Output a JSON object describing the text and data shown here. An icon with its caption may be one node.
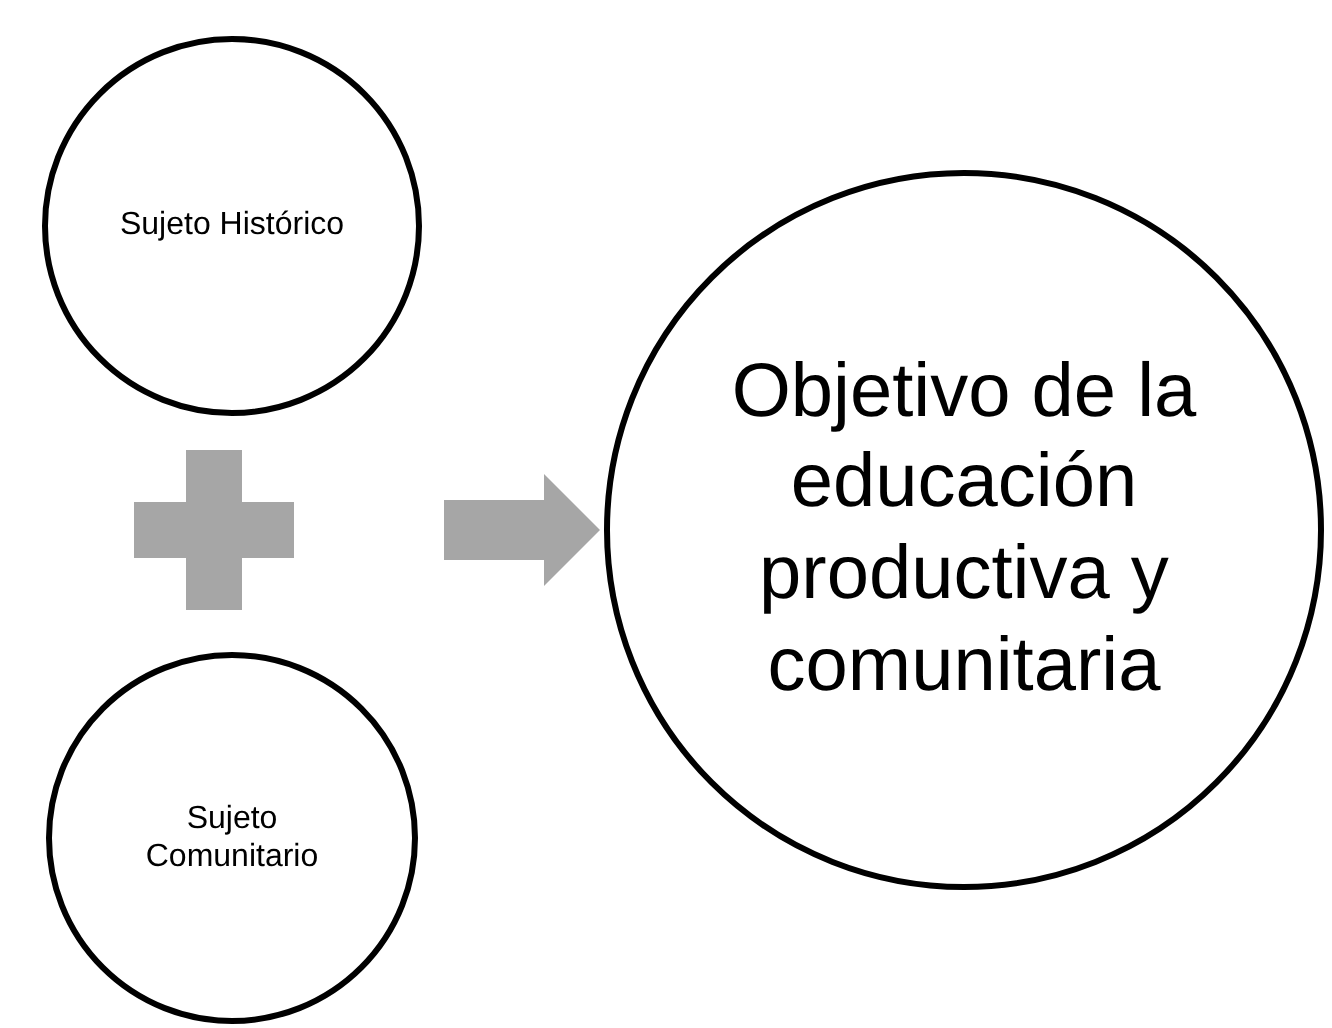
{
  "diagram": {
    "nodes": [
      {
        "text": [
          "Sujeto Histórico"
        ]
      },
      {
        "text": [
          "Sujeto Comunitario"
        ]
      },
      {
        "text": [
          "Objetivo de la educación productiva y comunitaria"
        ]
      }
    ],
    "edges": [
      {
        "from": null,
        "to": 2,
        "arrow": "to"
      }
    ]
  }
}
